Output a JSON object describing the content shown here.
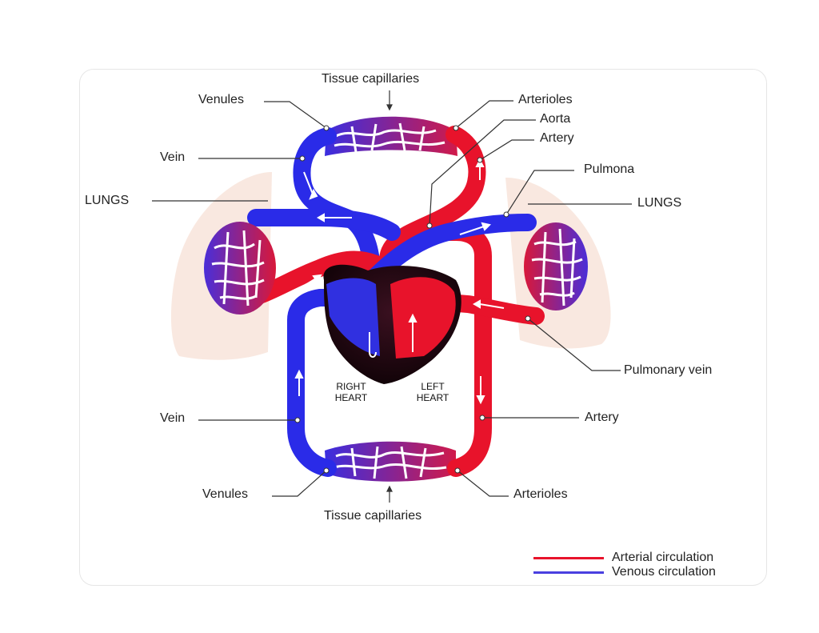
{
  "labels": {
    "tissue_capillaries_top": "Tissue capillaries",
    "venules_top": "Venules",
    "arterioles_top": "Arterioles",
    "aorta": "Aorta",
    "artery_top": "Artery",
    "vein_top": "Vein",
    "pulmonary_artery": "Pulmona",
    "lungs_left": "LUNGS",
    "lungs_right": "LUNGS",
    "pulmonary_vein": "Pulmonary vein",
    "vein_bottom": "Vein",
    "artery_bottom": "Artery",
    "venules_bottom": "Venules",
    "arterioles_bottom": "Arterioles",
    "tissue_capillaries_bottom": "Tissue capillaries",
    "right_heart_1": "RIGHT",
    "right_heart_2": "HEART",
    "left_heart_1": "LEFT",
    "left_heart_2": "HEART"
  },
  "legend": {
    "arterial": "Arterial circulation",
    "venous": "Venous circulation"
  },
  "colors": {
    "arterial": "#e8132b",
    "venous": "#2a2be8",
    "capillary": "#7a2bc8",
    "lung": "#f8e1d6",
    "heart": "#1a0a12",
    "leader": "#333333"
  }
}
